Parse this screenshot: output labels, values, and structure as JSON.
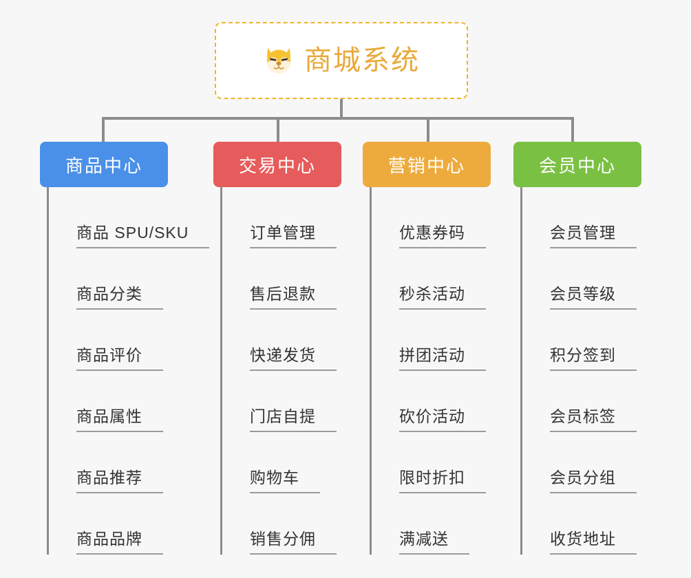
{
  "root": {
    "icon": "dog-face-icon",
    "title": "商城系统"
  },
  "colors": {
    "background": "#f7f7f7",
    "root_border": "#f0b429",
    "root_title": "#e8a93a",
    "connector": "#8c8c8c",
    "leaf_text": "#333333",
    "leaf_underline": "#9a9a9a",
    "category_1": "#4a90e8",
    "category_2": "#e65c5c",
    "category_3": "#eeab3d",
    "category_4": "#7ac143"
  },
  "categories": [
    {
      "label": "商品中心",
      "color": "#4a90e8",
      "items": [
        "商品 SPU/SKU",
        "商品分类",
        "商品评价",
        "商品属性",
        "商品推荐",
        "商品品牌"
      ]
    },
    {
      "label": "交易中心",
      "color": "#e65c5c",
      "items": [
        "订单管理",
        "售后退款",
        "快递发货",
        "门店自提",
        "购物车",
        "销售分佣"
      ]
    },
    {
      "label": "营销中心",
      "color": "#eeab3d",
      "items": [
        "优惠券码",
        "秒杀活动",
        "拼团活动",
        "砍价活动",
        "限时折扣",
        "满减送"
      ]
    },
    {
      "label": "会员中心",
      "color": "#7ac143",
      "items": [
        "会员管理",
        "会员等级",
        "积分签到",
        "会员标签",
        "会员分组",
        "收货地址"
      ]
    }
  ]
}
